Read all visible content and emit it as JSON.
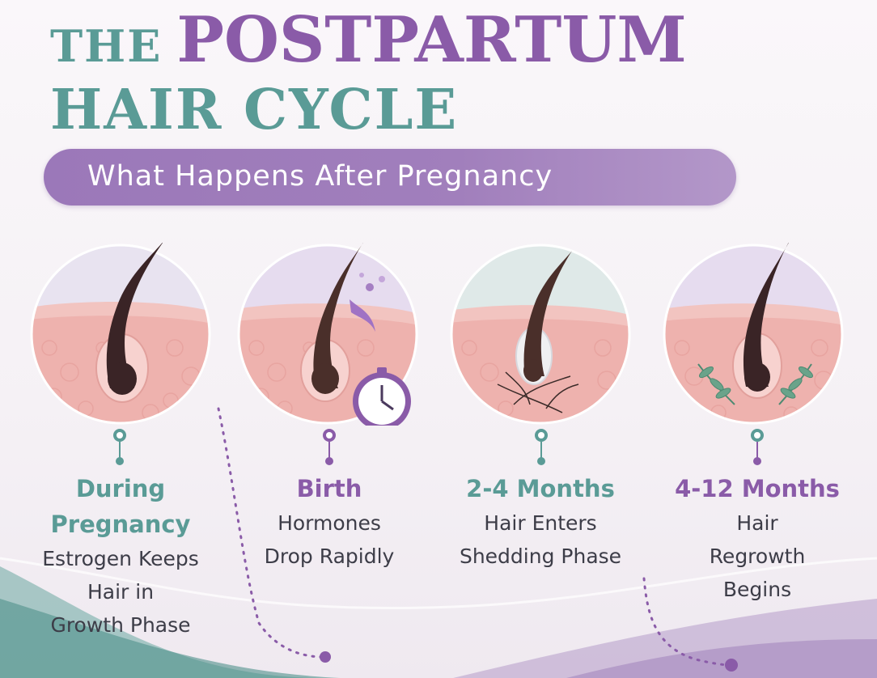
{
  "title": {
    "the": "THE",
    "postpartum": "POSTPARTUM",
    "line2": "HAIR CYCLE"
  },
  "subtitle": "What Happens After Pregnancy",
  "stages": [
    {
      "title_lines": [
        "During",
        "Pregnancy"
      ],
      "desc_lines": [
        "Estrogen Keeps",
        "Hair in",
        "Growth Phase"
      ],
      "accent": "#5a9b96"
    },
    {
      "title_lines": [
        "Birth"
      ],
      "desc_lines": [
        "Hormones",
        "Drop Rapidly"
      ],
      "accent": "#8a5ba8"
    },
    {
      "title_lines": [
        "2-4 Months"
      ],
      "desc_lines": [
        "Hair Enters",
        "Shedding Phase"
      ],
      "accent": "#5a9b96"
    },
    {
      "title_lines": [
        "4-12 Months"
      ],
      "desc_lines": [
        "Hair",
        "Regrowth",
        "Begins"
      ],
      "accent": "#8a5ba8"
    }
  ],
  "colors": {
    "teal": "#5a9b96",
    "purple": "#8a5ba8",
    "skin": "#f2b9b6",
    "hair": "#3a2426"
  },
  "icons": [
    "hair-follicle-icon",
    "stopwatch-icon",
    "shed-hairs-icon",
    "leaf-sprig-icon"
  ]
}
